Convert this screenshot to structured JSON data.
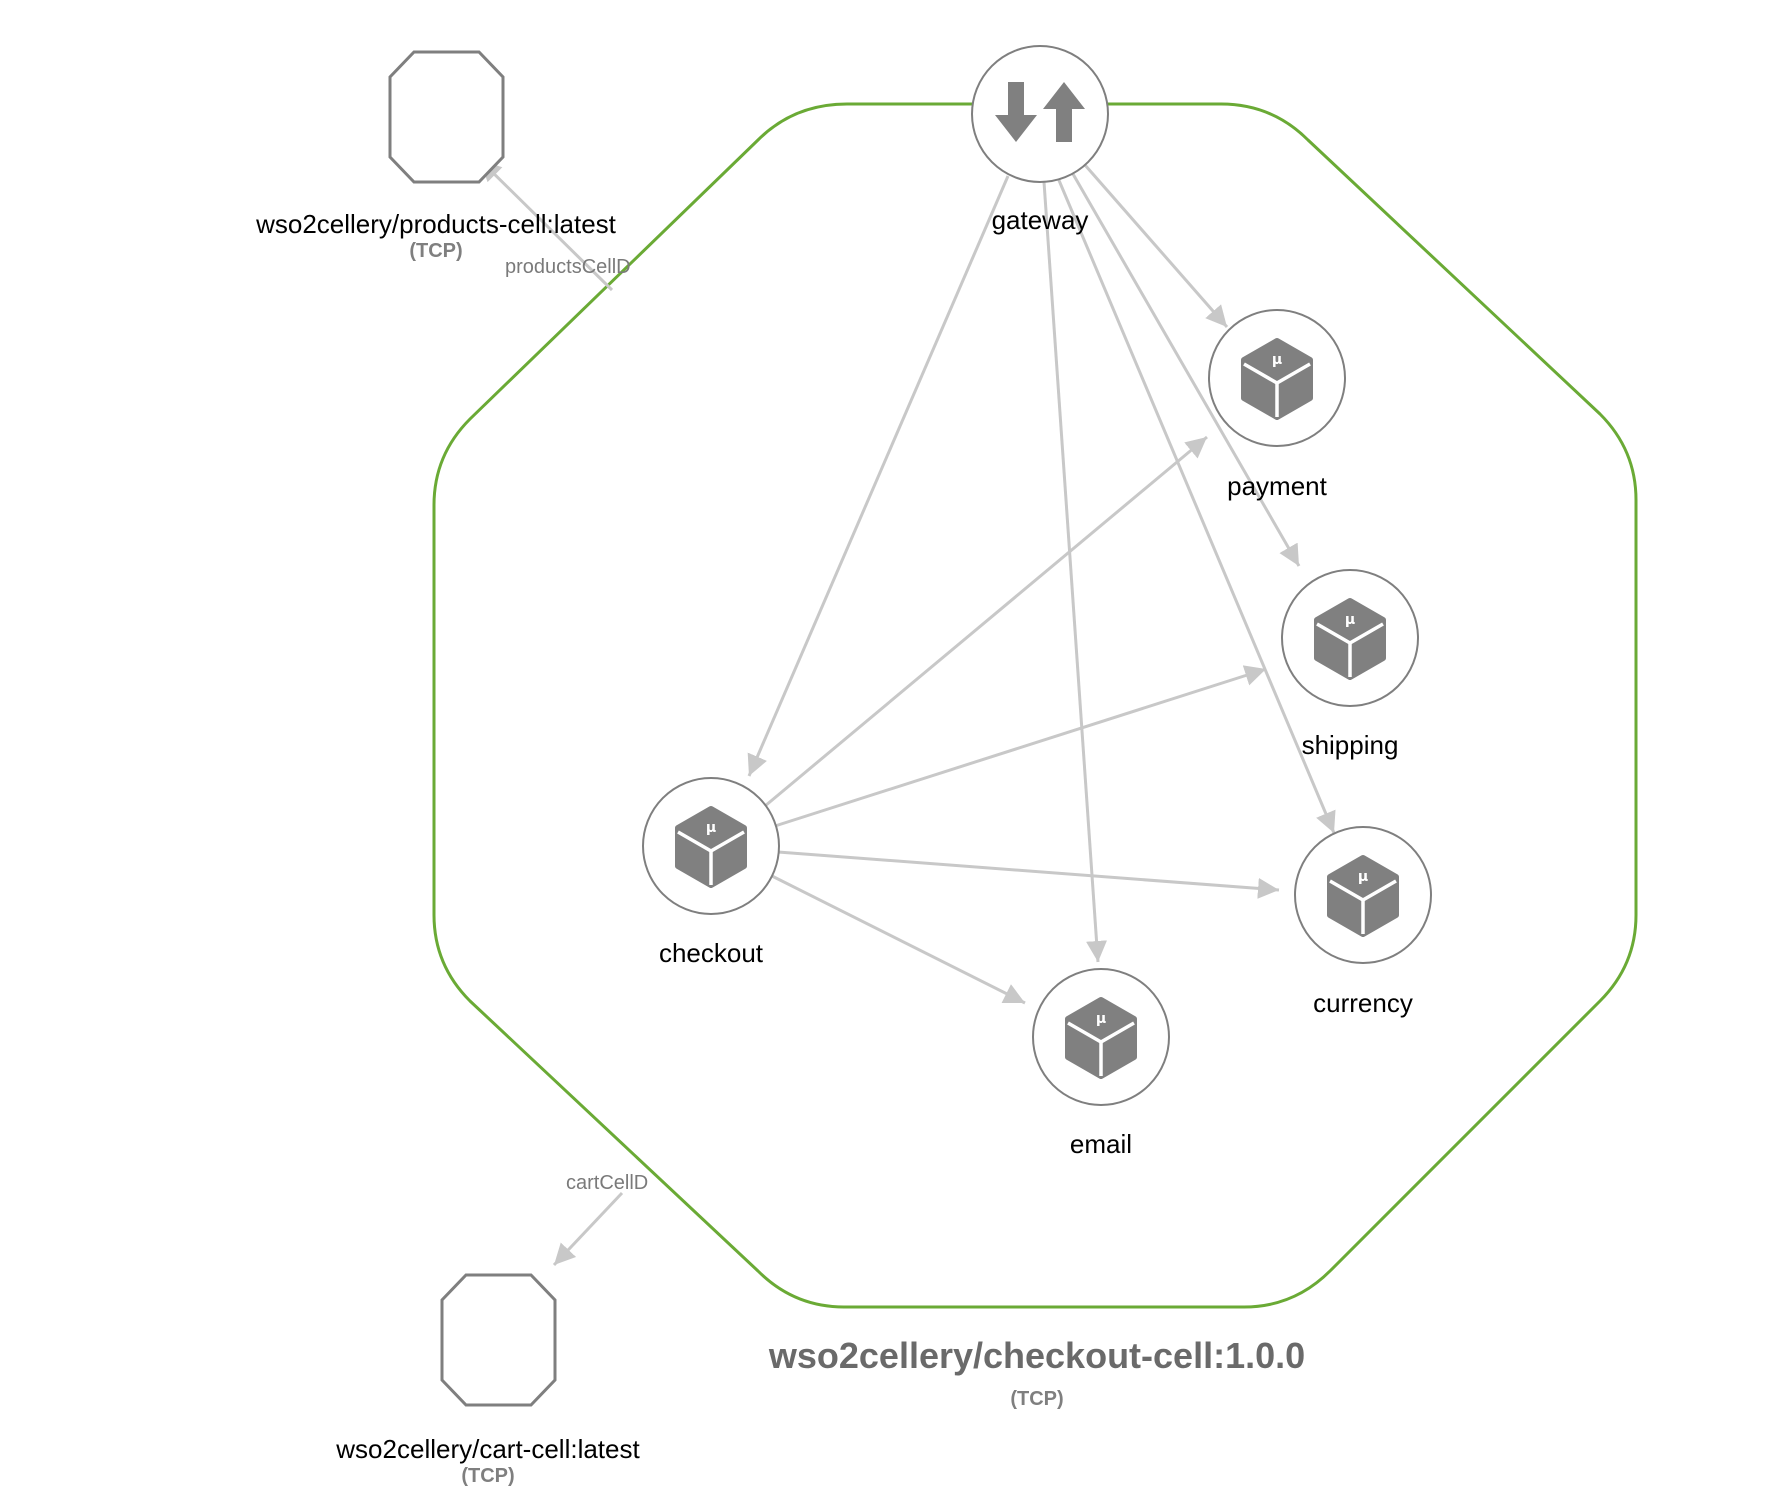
{
  "main_cell": {
    "title": "wso2cellery/checkout-cell:1.0.0",
    "protocol": "(TCP)",
    "border_color": "#6aaa35"
  },
  "external_cells": {
    "products": {
      "name": "wso2cellery/products-cell:latest",
      "protocol": "(TCP)",
      "edge_label": "productsCellD"
    },
    "cart": {
      "name": "wso2cellery/cart-cell:latest",
      "protocol": "(TCP)",
      "edge_label": "cartCellD"
    }
  },
  "components": {
    "gateway": {
      "label": "gateway",
      "icon": "gateway-arrows-icon"
    },
    "payment": {
      "label": "payment",
      "icon": "microservice-cube-icon"
    },
    "shipping": {
      "label": "shipping",
      "icon": "microservice-cube-icon"
    },
    "checkout": {
      "label": "checkout",
      "icon": "microservice-cube-icon"
    },
    "currency": {
      "label": "currency",
      "icon": "microservice-cube-icon"
    },
    "email": {
      "label": "email",
      "icon": "microservice-cube-icon"
    }
  },
  "icon_glyph": "μ",
  "edges": [
    {
      "from": "gateway",
      "to": "checkout"
    },
    {
      "from": "gateway",
      "to": "payment"
    },
    {
      "from": "gateway",
      "to": "shipping"
    },
    {
      "from": "gateway",
      "to": "currency"
    },
    {
      "from": "gateway",
      "to": "email"
    },
    {
      "from": "checkout",
      "to": "payment"
    },
    {
      "from": "checkout",
      "to": "shipping"
    },
    {
      "from": "checkout",
      "to": "currency"
    },
    {
      "from": "checkout",
      "to": "email"
    },
    {
      "from": "checkout-cell",
      "to": "products-cell"
    },
    {
      "from": "checkout-cell",
      "to": "cart-cell"
    }
  ],
  "colors": {
    "edge": "#c8c8c8",
    "node_border": "#7f7f7f",
    "icon": "#808080",
    "cell_border": "#6aaa35"
  }
}
